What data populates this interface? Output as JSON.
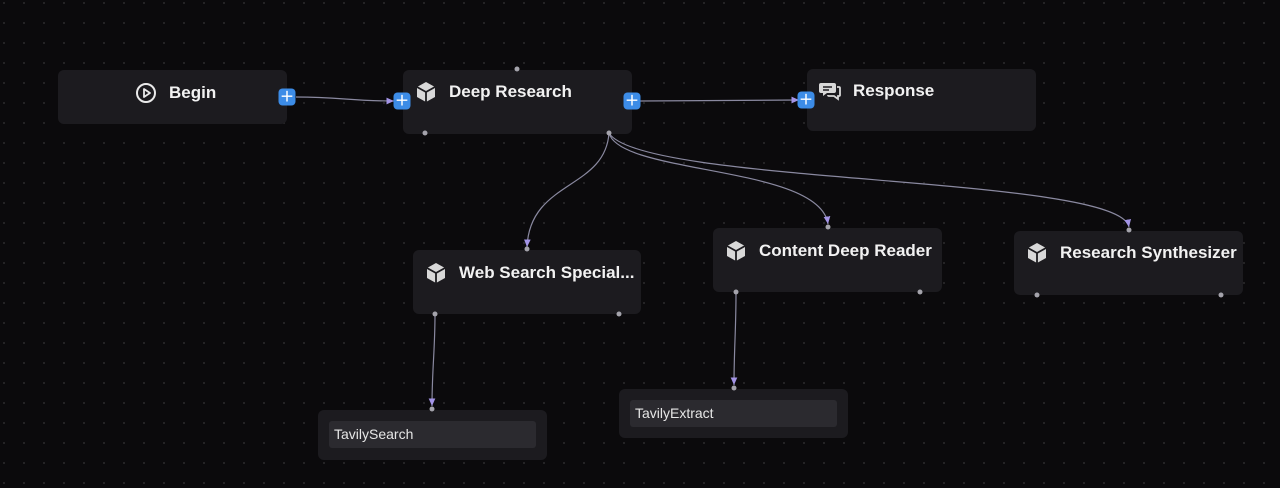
{
  "nodes": {
    "begin": {
      "label": "Begin",
      "icon": "play-circle-icon"
    },
    "deep_research": {
      "label": "Deep Research",
      "icon": "agent-cube-icon"
    },
    "response": {
      "label": "Response",
      "icon": "message-reply-icon"
    },
    "web_search": {
      "label": "Web Search Special...",
      "icon": "agent-cube-icon"
    },
    "content_reader": {
      "label": "Content Deep Reader",
      "icon": "agent-cube-icon"
    },
    "synthesizer": {
      "label": "Research Synthesizer",
      "icon": "agent-cube-icon"
    }
  },
  "tools": {
    "tavily_search": {
      "label": "TavilySearch"
    },
    "tavily_extract": {
      "label": "TavilyExtract"
    }
  },
  "edges": [
    {
      "from": "begin",
      "to": "deep_research"
    },
    {
      "from": "deep_research",
      "to": "response"
    },
    {
      "from": "deep_research",
      "to": "web_search"
    },
    {
      "from": "deep_research",
      "to": "content_reader"
    },
    {
      "from": "deep_research",
      "to": "synthesizer"
    },
    {
      "from": "web_search",
      "to": "tavily_search"
    },
    {
      "from": "content_reader",
      "to": "tavily_extract"
    }
  ],
  "colors": {
    "background": "#0b0a0c",
    "node": "#1c1b1f",
    "edge": "#8a89a0",
    "arrow": "#a394e6",
    "plus_button": "#3c8ce7"
  }
}
